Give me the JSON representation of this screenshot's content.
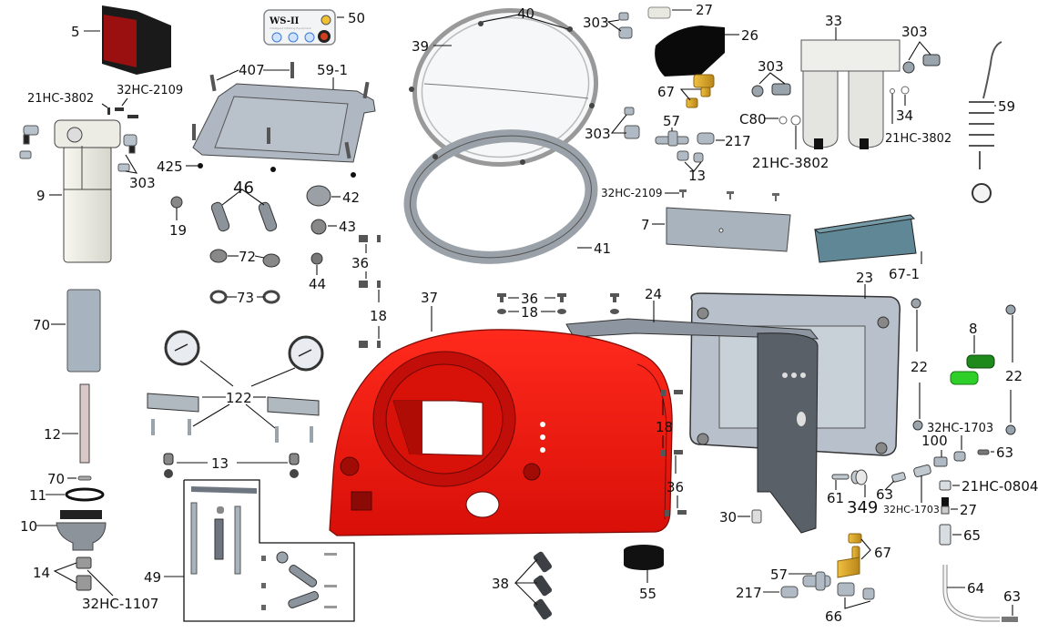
{
  "diagram": {
    "type": "exploded-parts-diagram",
    "colors": {
      "housing_red": "#e8140c",
      "housing_dark_red": "#a80d08",
      "metal_grey": "#a9b3bf",
      "dark_plate": "#5a6068",
      "brass": "#d6a21e",
      "green_light": "#2fcf2a",
      "green_dark": "#1e8a1c",
      "box_teal": "#5f8796",
      "black_part": "#111111",
      "cream": "#efefe6",
      "filter_bowl": "#dcdcd8"
    },
    "panel_50": {
      "title": "WS-II",
      "subtitle": "Intelligent Inflating Equipment"
    },
    "labels": {
      "p5": "5",
      "p50": "50",
      "p407": "407",
      "p59_1": "59-1",
      "p21hc3802_a": "21HC-3802",
      "p32hc2109_a": "32HC-2109",
      "p303_a": "303",
      "p425": "425",
      "p9": "9",
      "p46": "46",
      "p42": "42",
      "p19": "19",
      "p43": "43",
      "p72": "72",
      "p36_a": "36",
      "p44": "44",
      "p73": "73",
      "p18_a": "18",
      "p70_a": "70",
      "p122": "122",
      "p12": "12",
      "p13_a": "13",
      "p70_b": "70",
      "p11": "11",
      "p10": "10",
      "p14": "14",
      "p32hc1107": "32HC-1107",
      "p49": "49",
      "p40": "40",
      "p39": "39",
      "p41": "41",
      "p303_b": "303",
      "p303_c": "303",
      "p27_a": "27",
      "p26": "26",
      "p67_a": "67",
      "p57_a": "57",
      "p217_a": "217",
      "p13_b": "13",
      "p32hc2109_b": "32HC-2109",
      "p7": "7",
      "p33": "33",
      "p303_d": "303",
      "p303_e": "303",
      "p80": "C80",
      "p34": "34",
      "p21hc3802_b": "21HC-3802",
      "p21hc3802_c": "21HC-3802",
      "p59": "59",
      "p67_1": "67-1",
      "p37": "37",
      "p36_b": "36",
      "p18_b": "18",
      "p24": "24",
      "p23": "23",
      "p8": "8",
      "p22_a": "22",
      "p22_b": "22",
      "p18_c": "18",
      "p36_c": "36",
      "p30": "30",
      "p38": "38",
      "p55": "55",
      "p61": "61",
      "p349": "349",
      "p63_a": "63",
      "p32hc1703_a": "32HC-1703",
      "p100": "100",
      "p32hc1703_b": "32HC-1703",
      "p63_b": "63",
      "p21hc0804": "21HC-0804",
      "p27_b": "27",
      "p65": "65",
      "p67_b": "67",
      "p57_b": "57",
      "p217_b": "217",
      "p66": "66",
      "p64": "64",
      "p63_c": "63"
    }
  }
}
